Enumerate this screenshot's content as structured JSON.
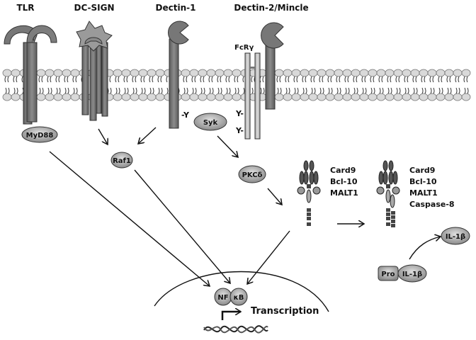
{
  "receptors": {
    "tlr": "TLR",
    "dcsign": "DC-SIGN",
    "dectin1": "Dectin-1",
    "dectin2": "Dectin-2/Mincle",
    "fcry": "FcRγ"
  },
  "motifs": {
    "dectin1_y": "-Y",
    "fcr_y1": "Y-",
    "fcr_y2": "Y-"
  },
  "nodes": {
    "myd88": "MyD88",
    "raf1": "Raf1",
    "syk": "Syk",
    "pkcd": "PKCδ",
    "nf": "NF",
    "kb": "κB",
    "pro": "Pro",
    "il1b_pro": "IL-1β",
    "il1b": "IL-1β"
  },
  "complex1": [
    "Card9",
    "Bcl-10",
    "MALT1"
  ],
  "complex2": [
    "Card9",
    "Bcl-10",
    "MALT1",
    "Caspase-8"
  ],
  "transcription": "Transcription",
  "colors": {
    "receptor": "#7a7a7a",
    "receptor_dark": "#4a4a4a",
    "node": "#a9a9a9",
    "membrane": "#d9d9d9",
    "complex": "#555555"
  }
}
